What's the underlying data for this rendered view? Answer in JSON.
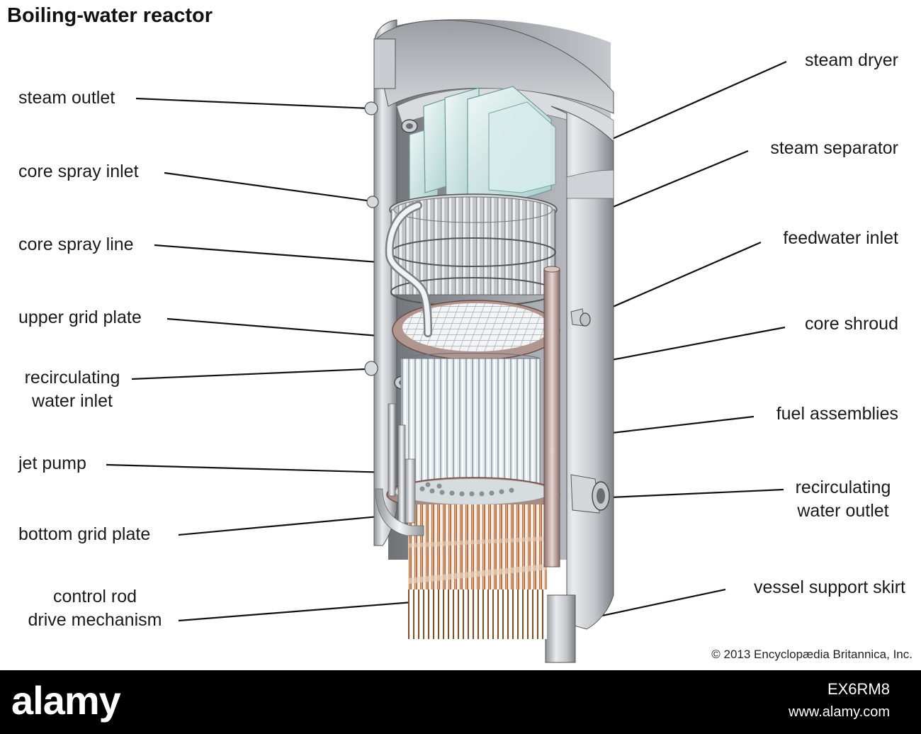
{
  "title": "Boiling-water reactor",
  "labels": {
    "steam_outlet": "steam outlet",
    "core_spray_inlet": "core spray inlet",
    "core_spray_line": "core spray line",
    "upper_grid_plate": "upper grid plate",
    "recirculating_water_inlet": "recirculating\nwater inlet",
    "jet_pump": "jet pump",
    "bottom_grid_plate": "bottom grid plate",
    "control_rod_drive_mechanism": "control rod\ndrive mechanism",
    "steam_dryer": "steam dryer",
    "steam_separator": "steam separator",
    "feedwater_inlet": "feedwater inlet",
    "core_shroud": "core shroud",
    "fuel_assemblies": "fuel assemblies",
    "recirculating_water_outlet": "recirculating\nwater outlet",
    "vessel_support_skirt": "vessel support skirt"
  },
  "copyright": "© 2013 Encyclopædia Britannica, Inc.",
  "footer": {
    "logo": "alamy",
    "stock_id": "EX6RM8",
    "site": "www.alamy.com"
  },
  "colors": {
    "vessel_gray": "#b9bcc0",
    "fuel_rods": "#dfe5ea",
    "control_rods": "#b5713f",
    "grid_plate": "#9c7b74",
    "dryer_glass": "#cfe6e4",
    "footer_bg": "#000000"
  }
}
